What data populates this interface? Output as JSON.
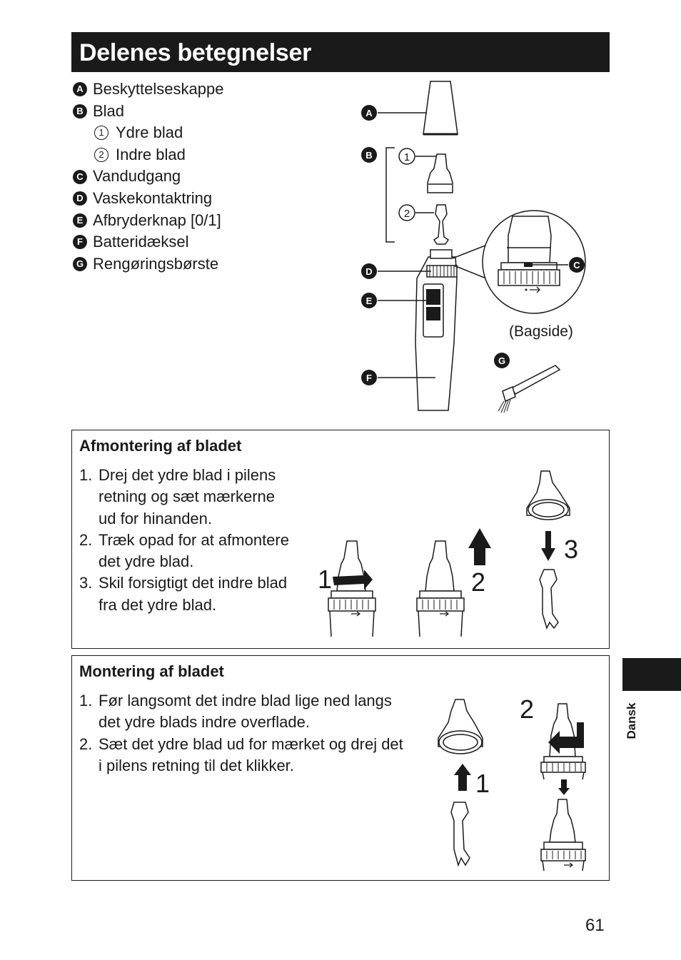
{
  "title": "Delenes betegnelser",
  "parts": {
    "items": [
      {
        "badge": "A",
        "label": "Beskyttelseskappe"
      },
      {
        "badge": "B",
        "label": "Blad"
      },
      {
        "sub": "1",
        "label": "Ydre blad"
      },
      {
        "sub": "2",
        "label": "Indre blad"
      },
      {
        "badge": "C",
        "label": "Vandudgang"
      },
      {
        "badge": "D",
        "label": "Vaskekontaktring"
      },
      {
        "badge": "E",
        "label": "Afbryderknap [0/1]"
      },
      {
        "badge": "F",
        "label": "Batteridæksel"
      },
      {
        "badge": "G",
        "label": "Rengøringsbørste"
      }
    ]
  },
  "diagram": {
    "callouts": [
      "A",
      "B",
      "1",
      "2",
      "C",
      "D",
      "E",
      "F",
      "G"
    ],
    "back_label": "(Bagside)"
  },
  "removal": {
    "heading": "Afmontering af bladet",
    "steps": [
      {
        "num": "1.",
        "text": [
          "Drej det ydre blad i pilens",
          "retning og sæt mærkerne",
          "ud for hinanden."
        ]
      },
      {
        "num": "2.",
        "text": [
          "Træk opad for at afmontere",
          "det ydre blad."
        ]
      },
      {
        "num": "3.",
        "text": [
          "Skil forsigtigt det indre blad",
          "fra det ydre blad."
        ]
      }
    ],
    "figure_numbers": [
      "1",
      "2",
      "3"
    ]
  },
  "mounting": {
    "heading": "Montering af bladet",
    "steps": [
      {
        "num": "1.",
        "text": [
          "Før langsomt det indre blad lige ned langs",
          "det ydre blads indre overflade."
        ]
      },
      {
        "num": "2.",
        "text": [
          "Sæt det ydre blad ud for mærket og drej det",
          "i pilens retning til det klikker."
        ]
      }
    ],
    "figure_numbers": [
      "1",
      "2"
    ]
  },
  "side_tab": "Dansk",
  "page_number": "61",
  "colors": {
    "ink": "#1a1a1a",
    "paper": "#ffffff"
  }
}
